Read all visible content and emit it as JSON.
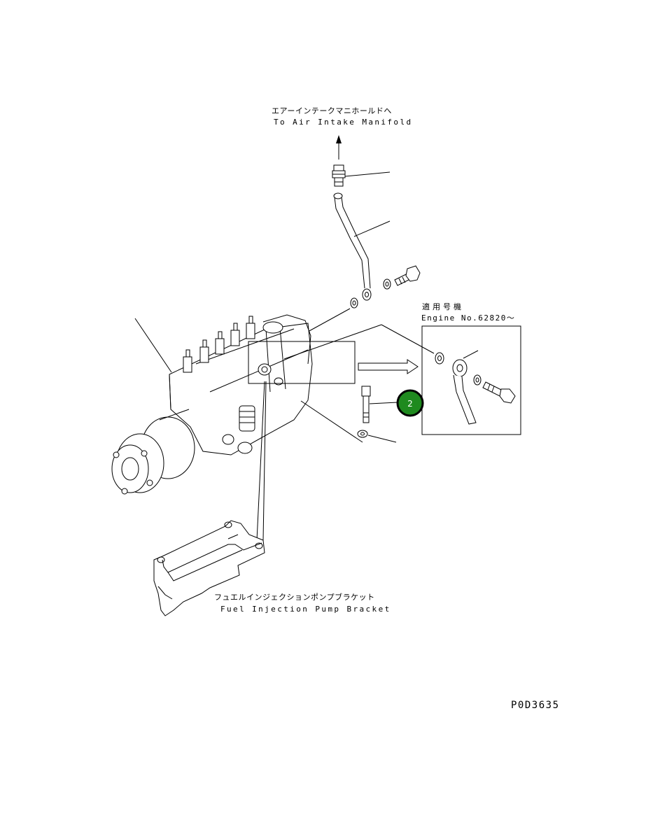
{
  "labels": {
    "air_intake_jp": "エアーインテークマニホールドへ",
    "air_intake_en": "To Air Intake Manifold",
    "applicable_jp": "適用号機",
    "applicable_en": "Engine No.62820～",
    "bracket_jp": "フュエルインジェクションポンプブラケット",
    "bracket_en": "Fuel Injection Pump Bracket",
    "drawing_code": "P0D3635"
  },
  "callouts": [
    {
      "number": "2",
      "color": "#1f8a1f"
    }
  ],
  "colors": {
    "line": "#000000",
    "callout_fill": "#1f8a1f",
    "callout_ring": "#000000"
  }
}
